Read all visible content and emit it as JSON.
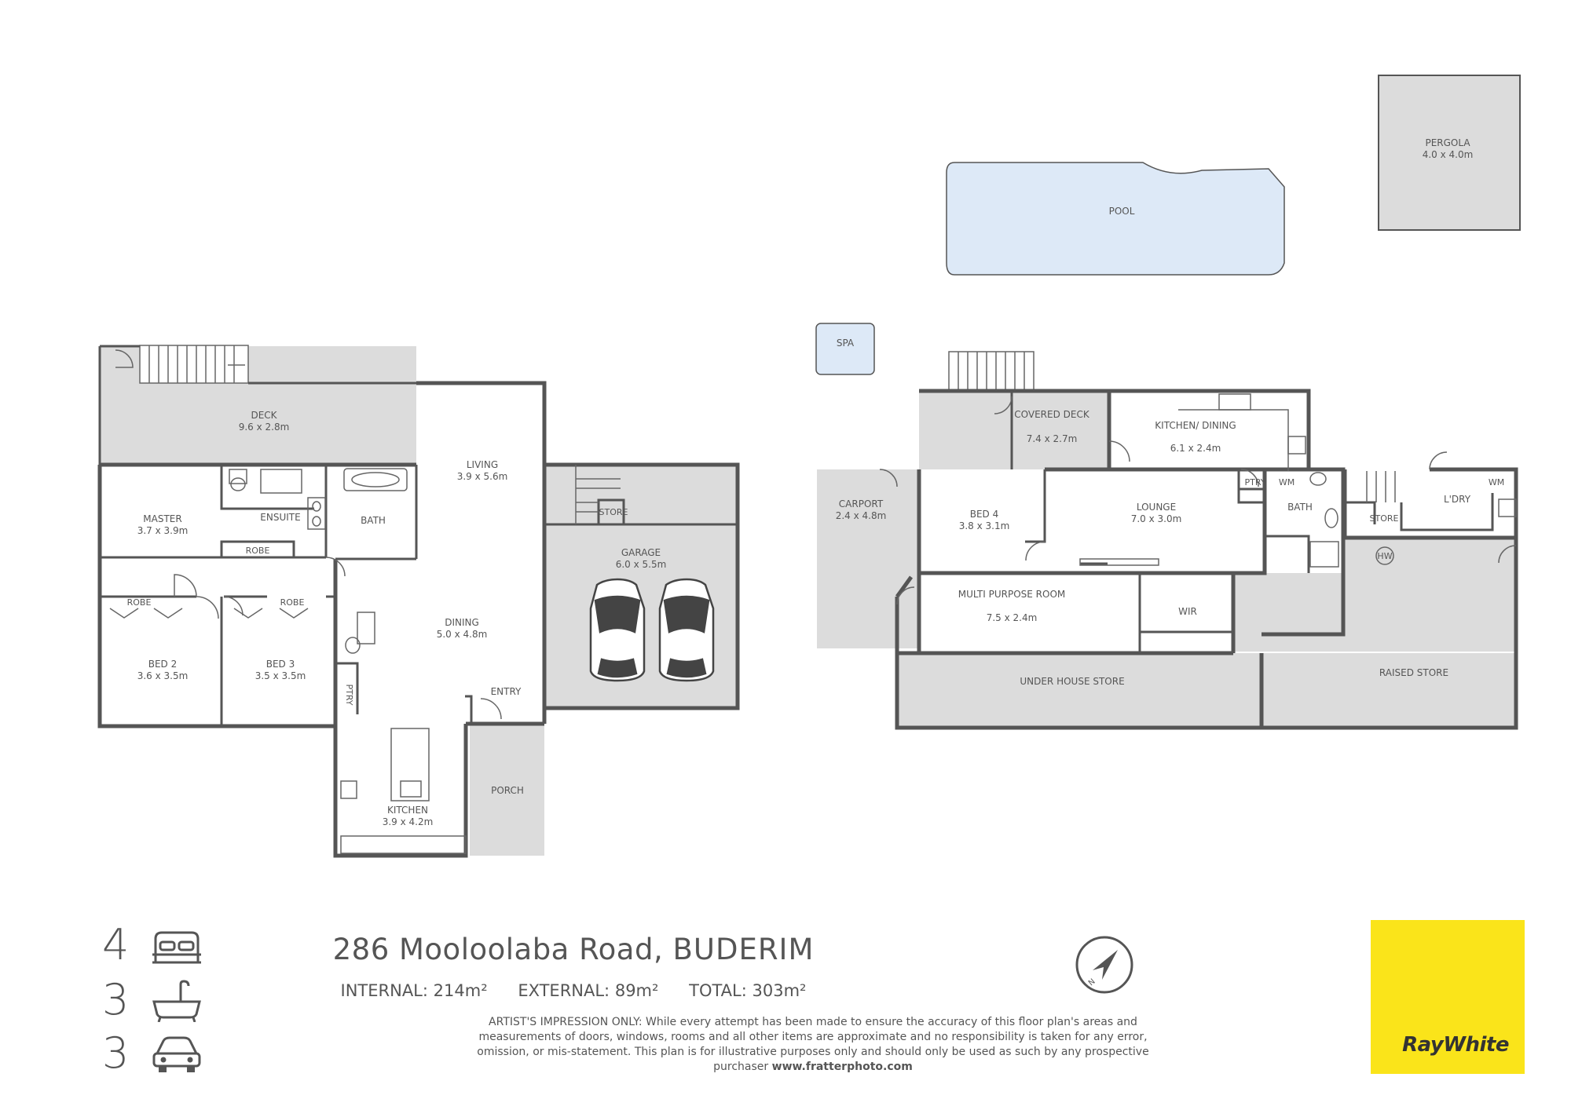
{
  "rooms": {
    "deck": {
      "name": "DECK",
      "size": "9.6 x 2.8m"
    },
    "living": {
      "name": "LIVING",
      "size": "3.9 x 5.6m"
    },
    "master": {
      "name": "MASTER",
      "size": "3.7 x 3.9m"
    },
    "ensuite": {
      "name": "ENSUITE"
    },
    "bath1": {
      "name": "BATH"
    },
    "robe_master": {
      "name": "ROBE"
    },
    "robe_bed2": {
      "name": "ROBE"
    },
    "robe_bed3": {
      "name": "ROBE"
    },
    "bed2": {
      "name": "BED 2",
      "size": "3.6 x 3.5m"
    },
    "bed3": {
      "name": "BED 3",
      "size": "3.5 x 3.5m"
    },
    "ptry1": {
      "name": "PTRY"
    },
    "dining": {
      "name": "DINING",
      "size": "5.0 x 4.8m"
    },
    "entry": {
      "name": "ENTRY"
    },
    "kitchen": {
      "name": "KITCHEN",
      "size": "3.9 x 4.2m"
    },
    "porch": {
      "name": "PORCH"
    },
    "garage": {
      "name": "GARAGE",
      "size": "6.0 x 5.5m"
    },
    "store_garage": {
      "name": "STORE"
    },
    "pool": {
      "name": "POOL"
    },
    "pergola": {
      "name": "PERGOLA",
      "size": "4.0 x 4.0m"
    },
    "spa": {
      "name": "SPA"
    },
    "covered_deck": {
      "name": "COVERED DECK",
      "size": "7.4 x 2.7m"
    },
    "kitchen_dining": {
      "name": "KITCHEN/ DINING",
      "size": "6.1 x 2.4m"
    },
    "carport": {
      "name": "CARPORT",
      "size": "2.4 x 4.8m"
    },
    "bed4": {
      "name": "BED 4",
      "size": "3.8 x 3.1m"
    },
    "lounge": {
      "name": "LOUNGE",
      "size": "7.0 x 3.0m"
    },
    "ptry2": {
      "name": "PTRY"
    },
    "wm1": {
      "name": "WM"
    },
    "bath2": {
      "name": "BATH"
    },
    "store2": {
      "name": "STORE"
    },
    "ldry": {
      "name": "L'DRY"
    },
    "wm2": {
      "name": "WM"
    },
    "hw": {
      "name": "HW"
    },
    "multi_purpose": {
      "name": "MULTI PURPOSE ROOM",
      "size": "7.5 x 2.4m"
    },
    "wir": {
      "name": "WIR"
    },
    "under_house": {
      "name": "UNDER HOUSE STORE"
    },
    "raised_store": {
      "name": "RAISED STORE"
    }
  },
  "counts": {
    "beds": "4",
    "baths": "3",
    "cars": "3",
    "bed_icon": "bed-icon",
    "bath_icon": "bathtub-icon",
    "car_icon": "car-icon"
  },
  "address": {
    "street": "286 Mooloolaba Road,",
    "suburb": "BUDERIM"
  },
  "areas": {
    "internal_label": "INTERNAL:",
    "internal_value": "214m²",
    "external_label": "EXTERNAL:",
    "external_value": "89m²",
    "total_label": "TOTAL:",
    "total_value": "303m²"
  },
  "disclaimer": {
    "lead": "ARTIST'S IMPRESSION ONLY:",
    "body": "While every attempt has been made to ensure the accuracy of this floor plan's areas and measurements of doors, windows, rooms and all other items are approximate and no responsibility is taken for any error, omission, or mis-statement. This plan is for illustrative purposes only and should only be used as such by any prospective purchaser",
    "site": "www.fratterphoto.com"
  },
  "compass": {
    "icon": "compass-north-icon"
  },
  "logo": {
    "text": "RayWhite",
    "color": "#fae41a"
  },
  "colors": {
    "wall": "#555555",
    "exterior": "#dcdcdc",
    "pool": "#dde9f7"
  }
}
